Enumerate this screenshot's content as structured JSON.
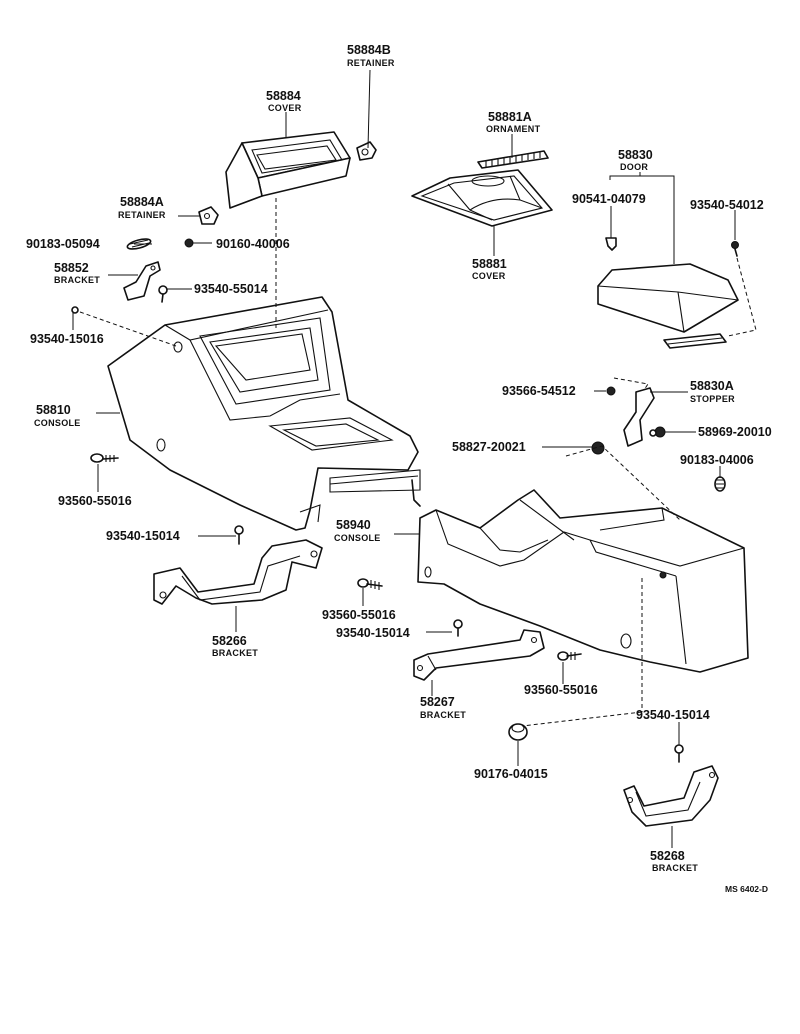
{
  "figure_code": "MS 6402-D",
  "parts": {
    "p58884B": {
      "number": "58884B",
      "name": "RETAINER"
    },
    "p58884": {
      "number": "58884",
      "name": "COVER"
    },
    "p58884A": {
      "number": "58884A",
      "name": "RETAINER"
    },
    "p90183_05094": {
      "number": "90183-05094"
    },
    "p90160_40006": {
      "number": "90160-40006"
    },
    "p58852": {
      "number": "58852",
      "name": "BRACKET"
    },
    "p93540_55014": {
      "number": "93540-55014"
    },
    "p93540_15016": {
      "number": "93540-15016"
    },
    "p58810": {
      "number": "58810",
      "name": "CONSOLE"
    },
    "p93560_55016_a": {
      "number": "93560-55016"
    },
    "p93540_15014_a": {
      "number": "93540-15014"
    },
    "p58266": {
      "number": "58266",
      "name": "BRACKET"
    },
    "p58881A": {
      "number": "58881A",
      "name": "ORNAMENT"
    },
    "p58881": {
      "number": "58881",
      "name": "COVER"
    },
    "p58830": {
      "number": "58830",
      "name": "DOOR"
    },
    "p90541_04079": {
      "number": "90541-04079"
    },
    "p93540_54012": {
      "number": "93540-54012"
    },
    "p93566_54512": {
      "number": "93566-54512"
    },
    "p58830A": {
      "number": "58830A",
      "name": "STOPPER"
    },
    "p58969_20010": {
      "number": "58969-20010"
    },
    "p58827_20021": {
      "number": "58827-20021"
    },
    "p90183_04006": {
      "number": "90183-04006"
    },
    "p58940": {
      "number": "58940",
      "name": "CONSOLE"
    },
    "p93560_55016_b": {
      "number": "93560-55016"
    },
    "p93540_15014_b": {
      "number": "93540-15014"
    },
    "p58267": {
      "number": "58267",
      "name": "BRACKET"
    },
    "p93560_55016_c": {
      "number": "93560-55016"
    },
    "p93540_15014_c": {
      "number": "93540-15014"
    },
    "p90176_04015": {
      "number": "90176-04015"
    },
    "p58268": {
      "number": "58268",
      "name": "BRACKET"
    }
  }
}
